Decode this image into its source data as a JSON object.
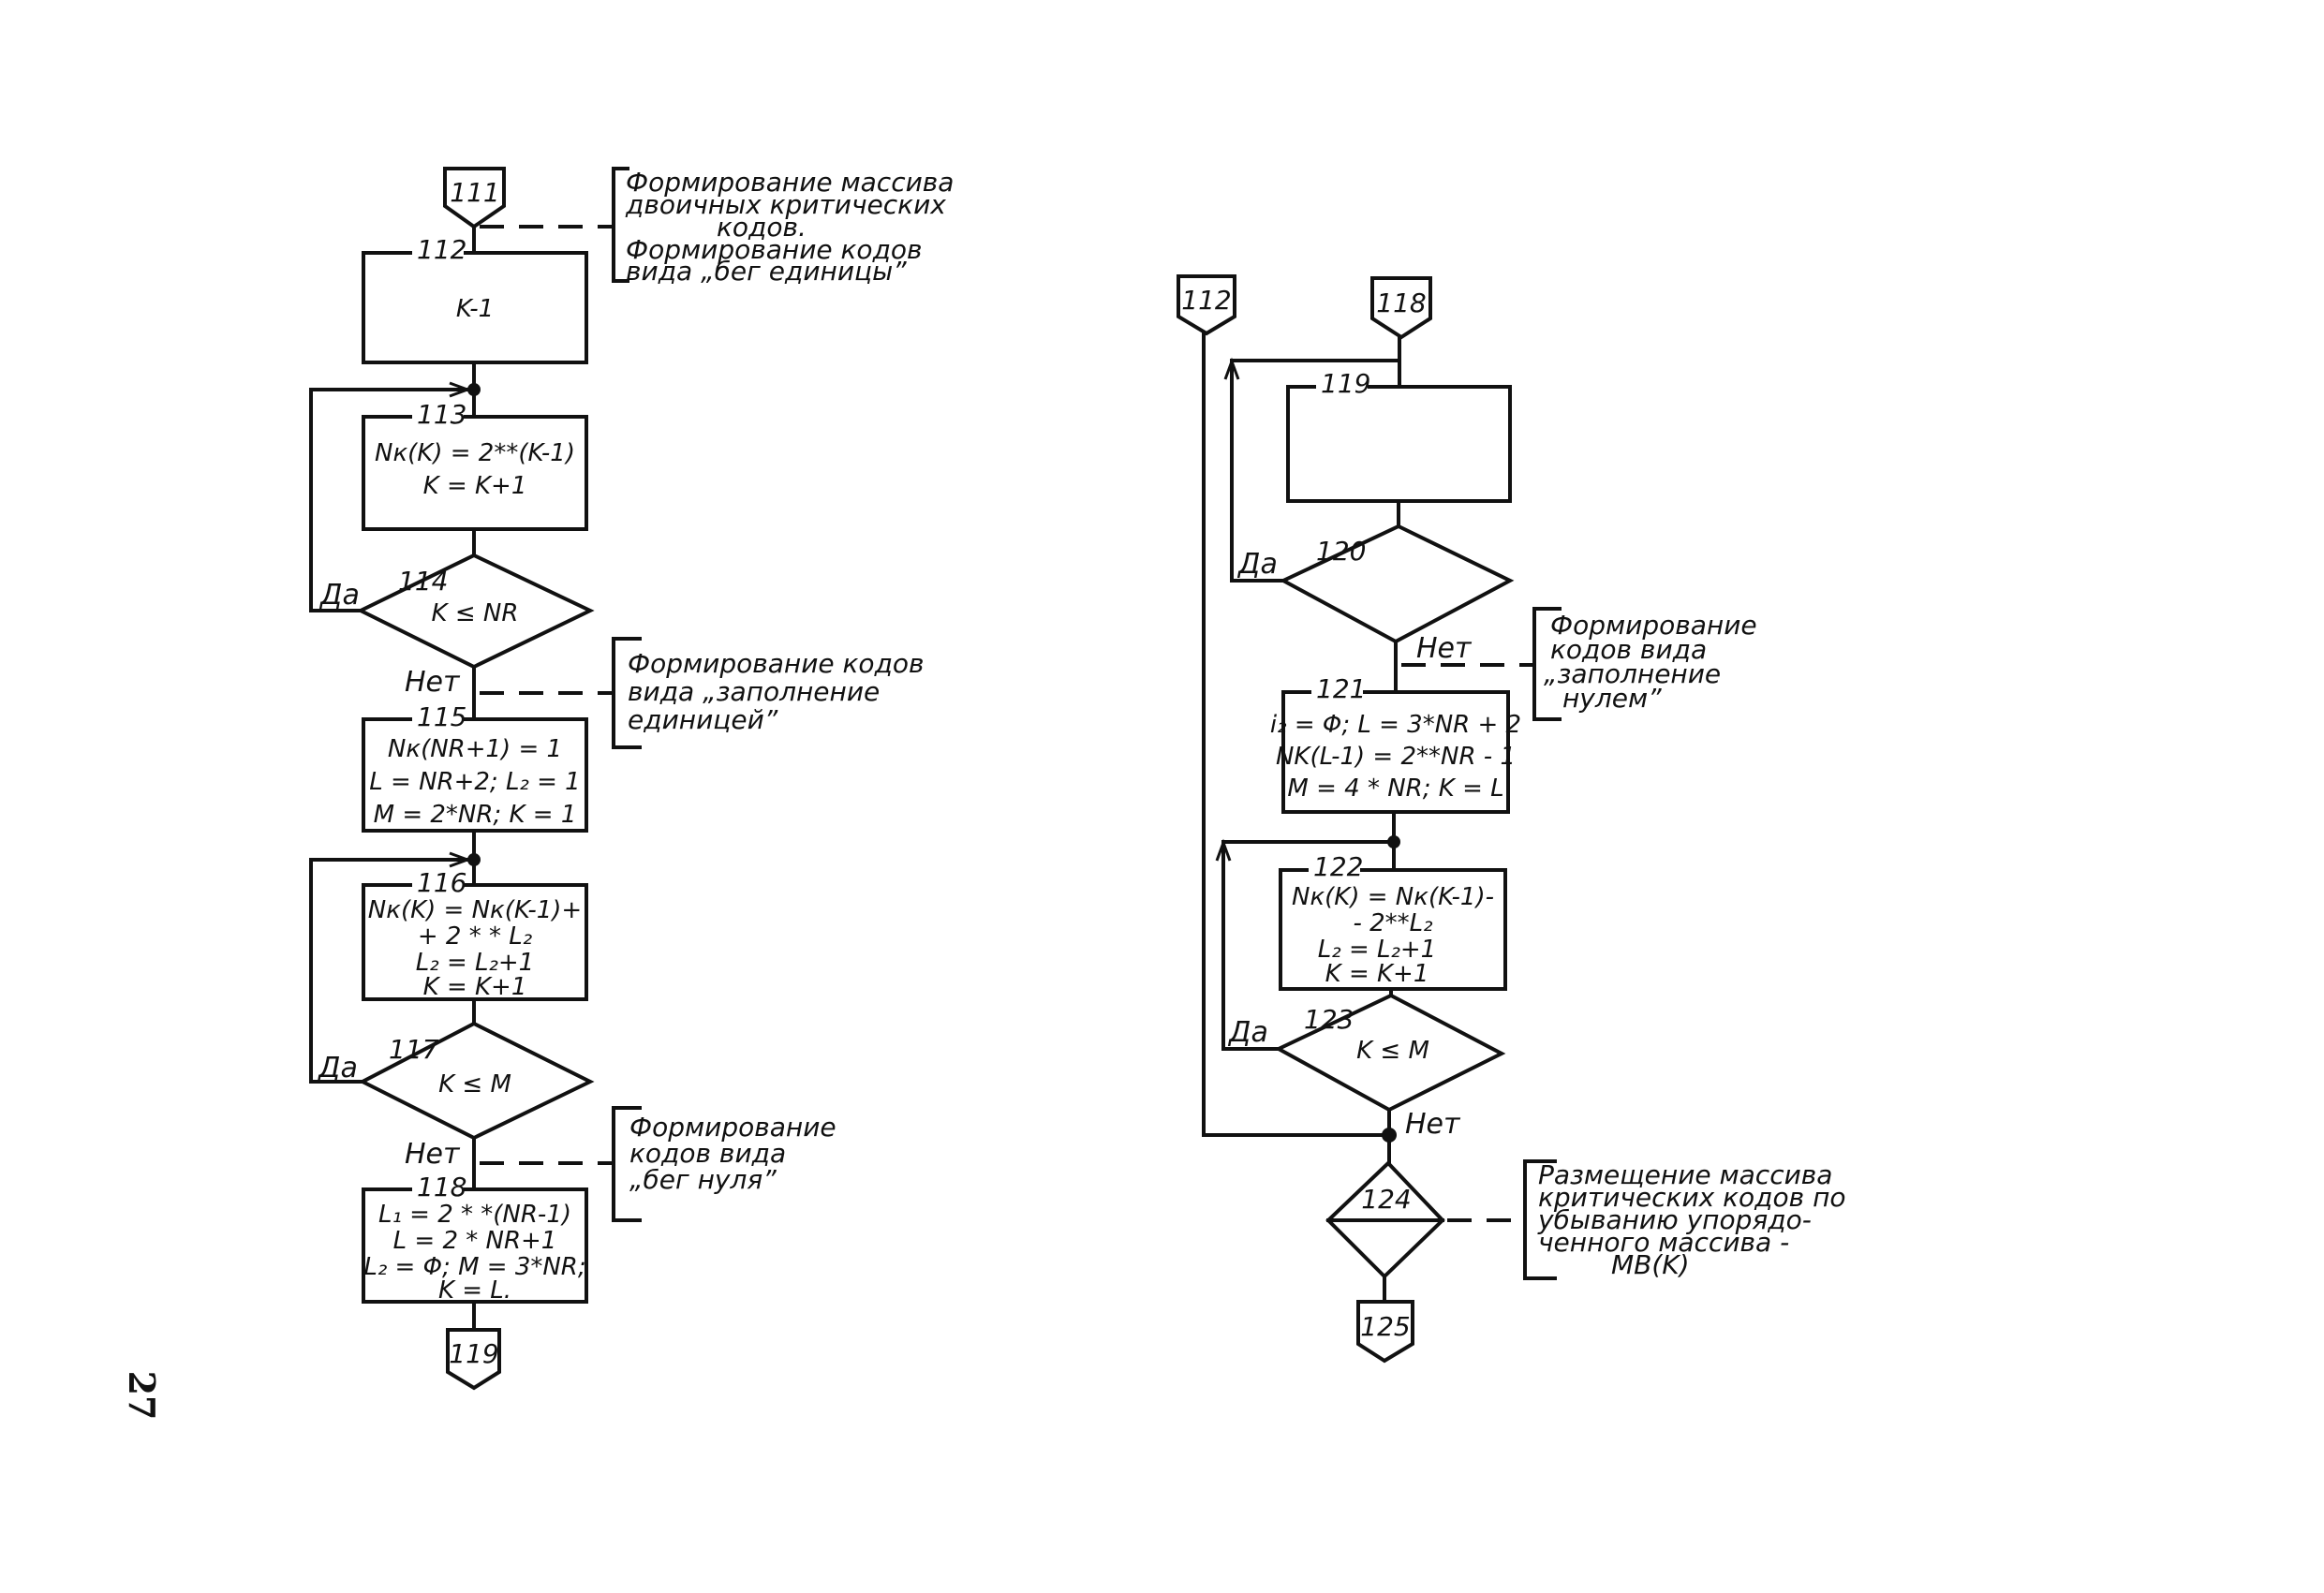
{
  "page_number": "27",
  "left_column": {
    "start_connector": "111",
    "end_connector": "119",
    "blocks": {
      "b112": {
        "id": "112",
        "lines": [
          "K-1"
        ]
      },
      "b113": {
        "id": "113",
        "lines": [
          "Nк(K) = 2**(K-1)",
          "K = K+1"
        ]
      },
      "b115": {
        "id": "115",
        "lines": [
          "Nк(NR+1) = 1",
          "L = NR+2; L₂ = 1",
          "M = 2*NR; K = 1"
        ]
      },
      "b116": {
        "id": "116",
        "lines": [
          "Nк(K) = Nк(K-1)+",
          "+ 2 * * L₂",
          "L₂ = L₂+1",
          "K = K+1"
        ]
      },
      "b118": {
        "id": "118",
        "lines": [
          "L₁ = 2 * *(NR-1)",
          "L = 2 * NR+1",
          "L₂ = Φ; M = 3*NR;",
          "K = L."
        ]
      }
    },
    "decisions": {
      "d114": {
        "id": "114",
        "condition": "K ≤ NR",
        "yes": "Да",
        "no": "Нет"
      },
      "d117": {
        "id": "117",
        "condition": "K ≤ M",
        "yes": "Да",
        "no": "Нет"
      }
    },
    "annotations": {
      "a1": [
        "Формирование массива",
        "двоичных критических",
        "кодов.",
        "Формирование кодов",
        "вида „бег единицы”"
      ],
      "a2": [
        "Формирование кодов",
        "вида „заполнение",
        "единицей”"
      ],
      "a3": [
        "Формирование",
        "кодов вида",
        "„бег нуля”"
      ]
    }
  },
  "right_column": {
    "connectors": {
      "c112": "112",
      "c118": "118",
      "c125": "125"
    },
    "blocks": {
      "b119": {
        "id": "119",
        "lines": []
      },
      "b121": {
        "id": "121",
        "lines": [
          "i₂ = Φ; L = 3*NR + 2",
          "NK(L-1) = 2**NR - 1",
          "M = 4 * NR; K = L"
        ]
      },
      "b122": {
        "id": "122",
        "lines": [
          "Nк(K) = Nк(K-1)-",
          "- 2**L₂",
          "L₂ = L₂+1",
          "K = K+1"
        ]
      }
    },
    "decisions": {
      "d120": {
        "id": "120",
        "condition": "",
        "yes": "Да",
        "no": "Нет"
      },
      "d123": {
        "id": "123",
        "condition": "K ≤ M",
        "yes": "Да",
        "no": "Нет"
      }
    },
    "sort_block": {
      "id": "124"
    },
    "annotations": {
      "a4": [
        "Формирование",
        "кодов вида",
        "„заполнение",
        "нулем”"
      ],
      "a5": [
        "Размещение массива",
        "критических кодов по",
        "убыванию упорядо-",
        "ченного массива -",
        "MB(K)"
      ]
    }
  }
}
